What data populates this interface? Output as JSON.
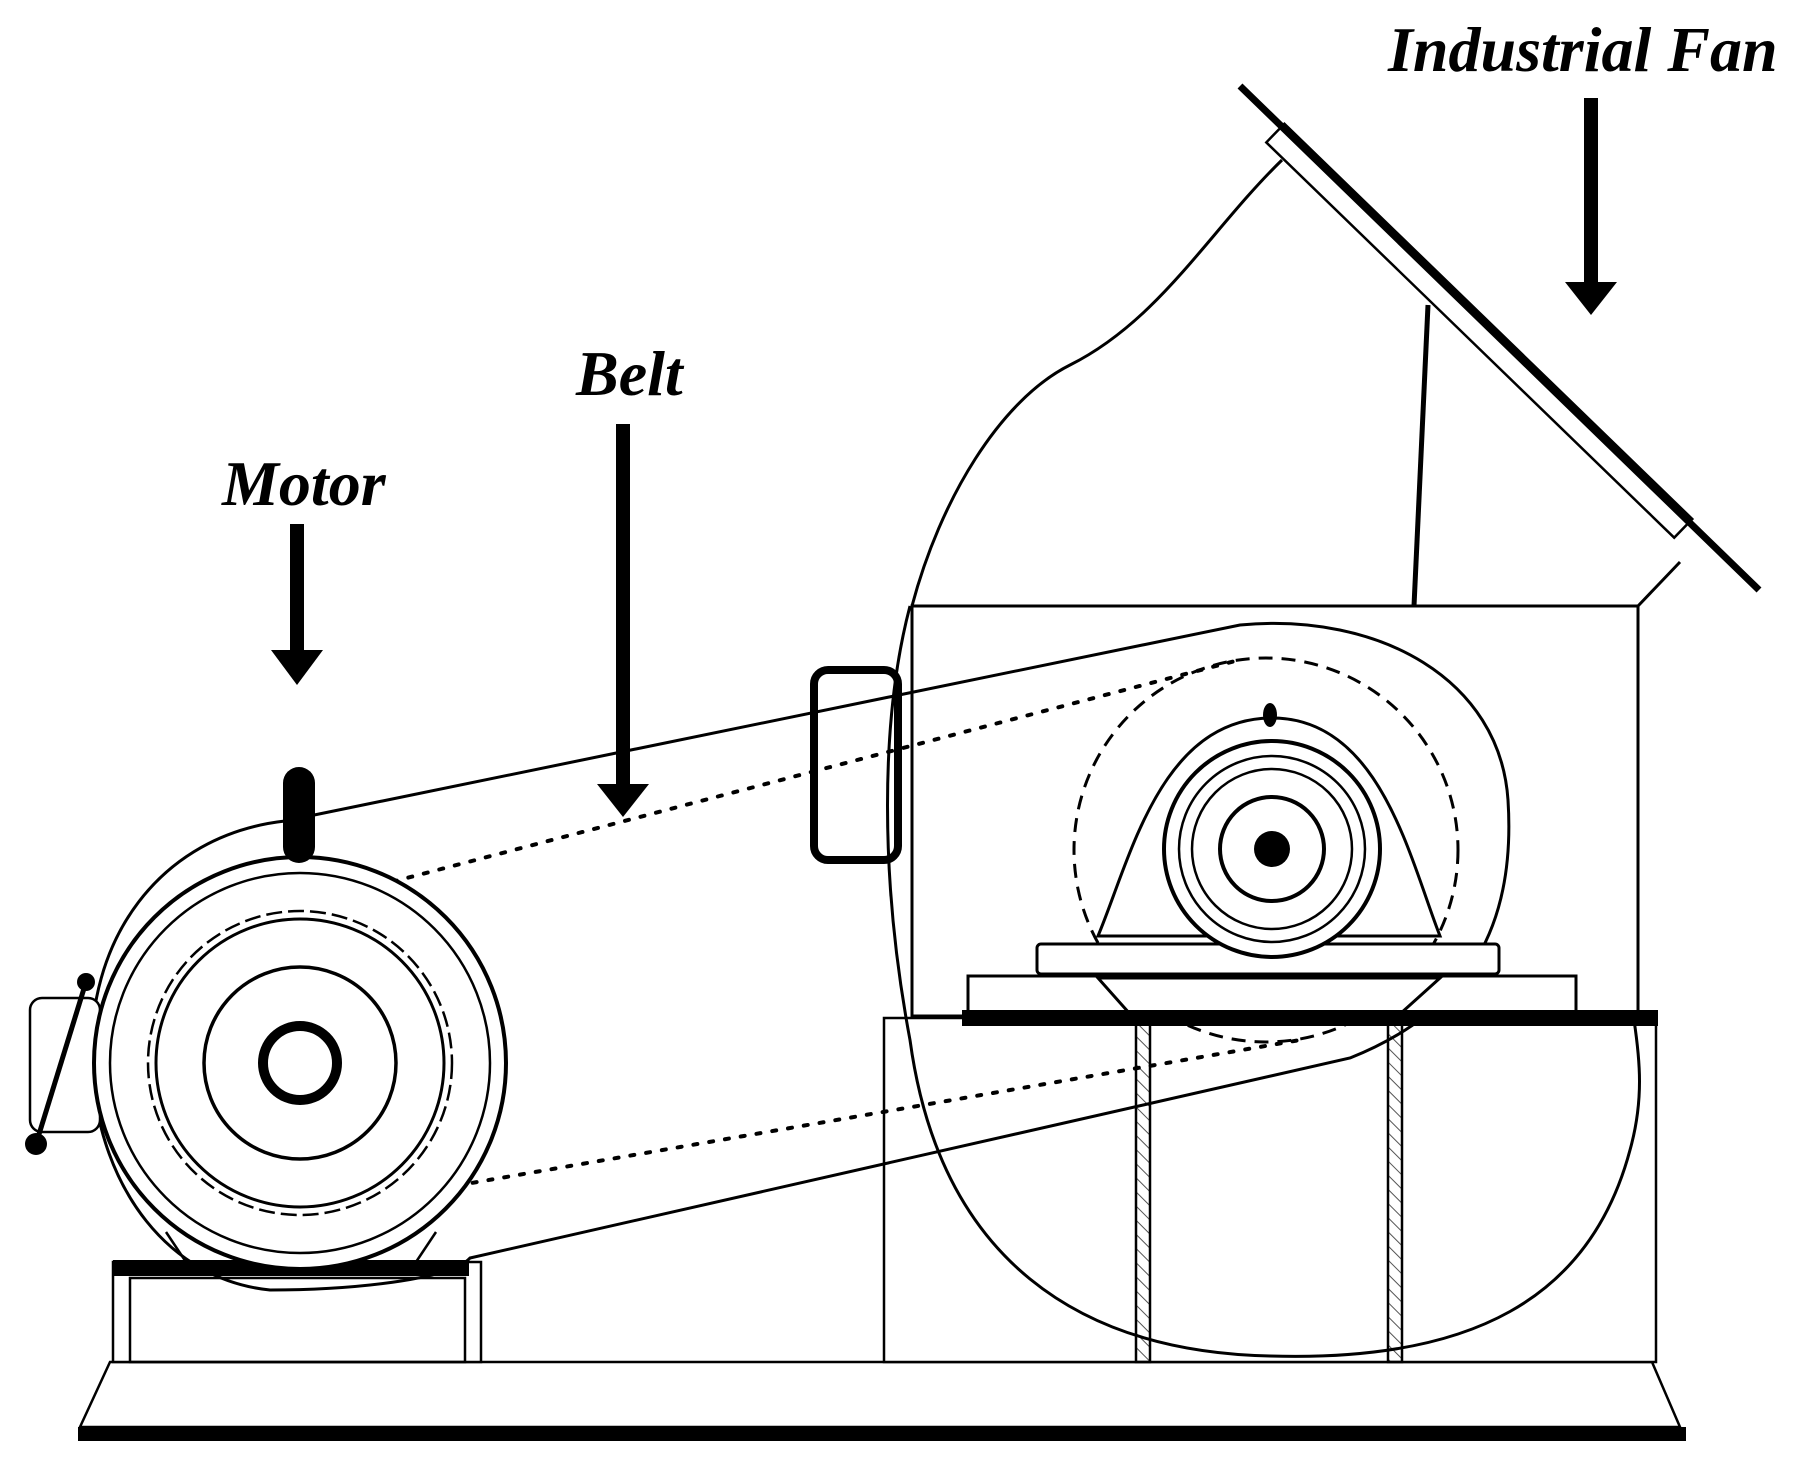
{
  "labels": {
    "industrial_fan": "Industrial Fan",
    "belt": "Belt",
    "motor": "Motor"
  },
  "colors": {
    "ink": "#000000",
    "background": "#ffffff",
    "hatch": "#555555"
  }
}
